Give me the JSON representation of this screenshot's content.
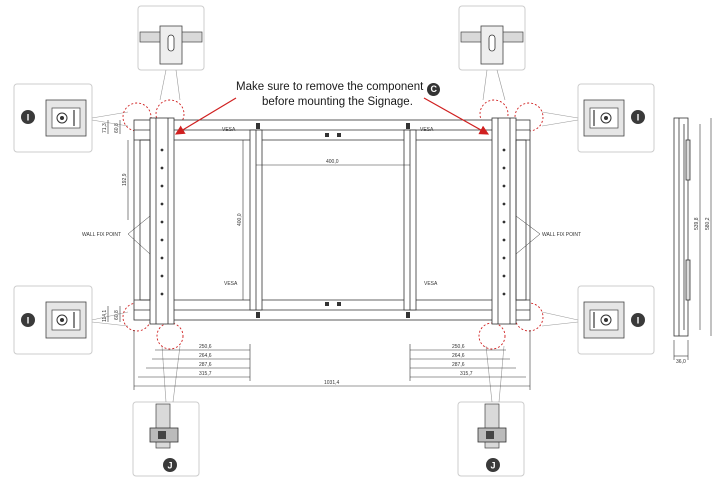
{
  "instruction": {
    "line1": "Make sure to remove the component",
    "line2": "before mounting the Signage.",
    "component_letter": "C"
  },
  "callout_letters": {
    "top_left": "I",
    "top_right": "I",
    "bottom_left": "I",
    "bottom_right": "I",
    "foot_left": "J",
    "foot_right": "J"
  },
  "labels": {
    "vesa": "VESA",
    "wall_fix_point": "WALL FIX POINT"
  },
  "dimensions": {
    "vesa_width": "400,0",
    "vesa_height": "400,0",
    "left_side_height": "192,9",
    "top_small_1": "71,3",
    "top_small_2": "60,8",
    "bottom_small_1": "114,1",
    "bottom_small_2": "60,8",
    "left_250": "250,6",
    "left_264": "264,6",
    "left_287": "287,6",
    "left_315": "315,7",
    "right_250": "250,6",
    "right_264": "264,6",
    "right_287": "287,6",
    "right_315": "315,7",
    "total_width": "1031,4",
    "side_height_inner": "539,8",
    "side_height_outer": "580,2",
    "side_depth": "36,0"
  },
  "colors": {
    "line": "#333333",
    "accent_red": "#d02020",
    "badge": "#3a3a3a",
    "box_border": "#cccccc",
    "part_fill": "#d9d9d9"
  }
}
